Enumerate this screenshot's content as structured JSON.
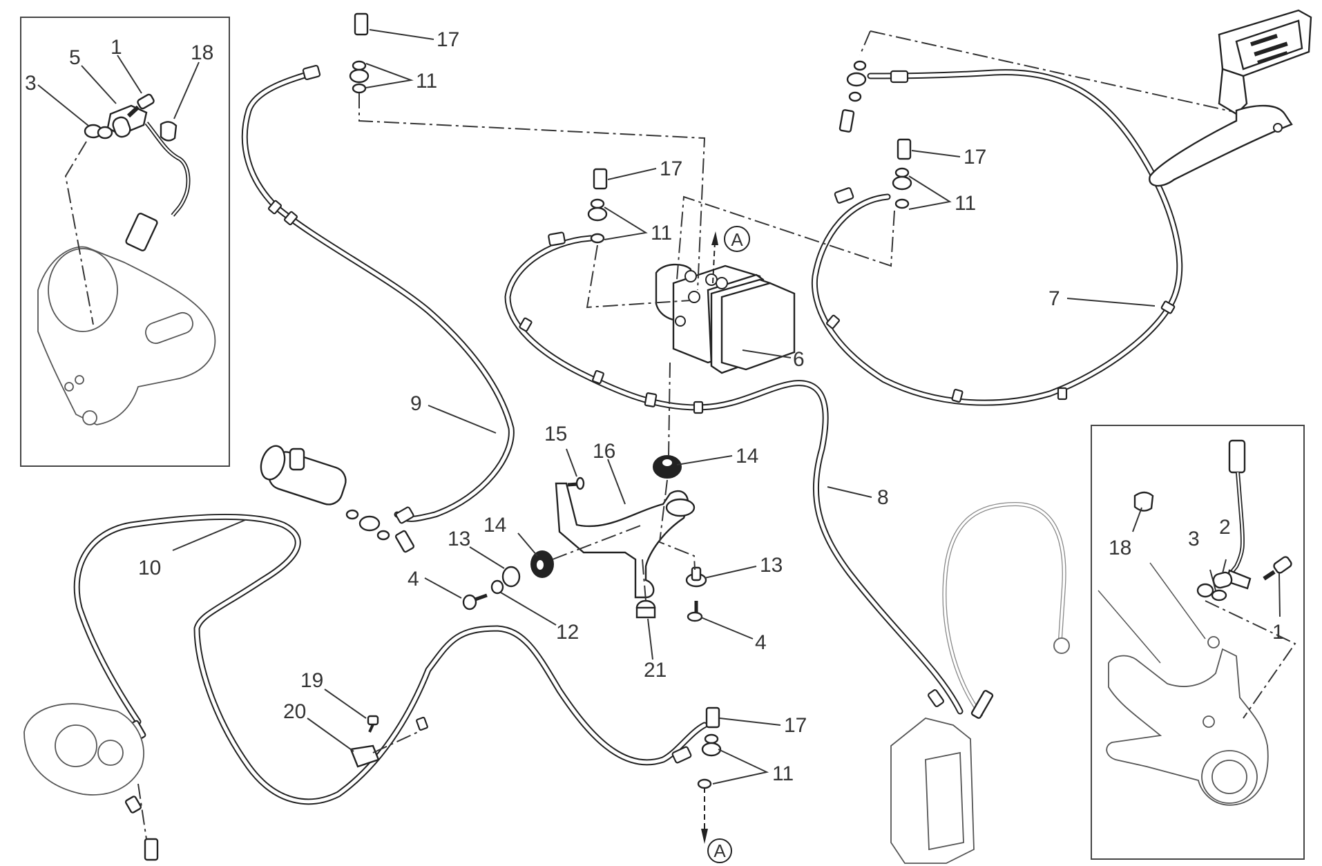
{
  "diagram": {
    "title": "ABS brake system exploded parts diagram",
    "reference_marker": "A",
    "callouts": [
      {
        "id": "c1a",
        "text": "1"
      },
      {
        "id": "c3a",
        "text": "3"
      },
      {
        "id": "c5",
        "text": "5"
      },
      {
        "id": "c18a",
        "text": "18"
      },
      {
        "id": "c17a",
        "text": "17"
      },
      {
        "id": "c11a",
        "text": "11"
      },
      {
        "id": "c17b",
        "text": "17"
      },
      {
        "id": "c11b",
        "text": "11"
      },
      {
        "id": "c17c",
        "text": "17"
      },
      {
        "id": "c11c",
        "text": "11"
      },
      {
        "id": "c7",
        "text": "7"
      },
      {
        "id": "c6",
        "text": "6"
      },
      {
        "id": "c9",
        "text": "9"
      },
      {
        "id": "c15",
        "text": "15"
      },
      {
        "id": "c16",
        "text": "16"
      },
      {
        "id": "c14a",
        "text": "14"
      },
      {
        "id": "c14b",
        "text": "14"
      },
      {
        "id": "c13a",
        "text": "13"
      },
      {
        "id": "c13b",
        "text": "13"
      },
      {
        "id": "c4a",
        "text": "4"
      },
      {
        "id": "c4b",
        "text": "4"
      },
      {
        "id": "c12",
        "text": "12"
      },
      {
        "id": "c21",
        "text": "21"
      },
      {
        "id": "c8",
        "text": "8"
      },
      {
        "id": "c10",
        "text": "10"
      },
      {
        "id": "c19",
        "text": "19"
      },
      {
        "id": "c20",
        "text": "20"
      },
      {
        "id": "c17d",
        "text": "17"
      },
      {
        "id": "c11d",
        "text": "11"
      },
      {
        "id": "c18b",
        "text": "18"
      },
      {
        "id": "c3b",
        "text": "3"
      },
      {
        "id": "c2",
        "text": "2"
      },
      {
        "id": "c1b",
        "text": "1"
      }
    ],
    "markers": {
      "top": "A",
      "bottom": "A"
    }
  }
}
